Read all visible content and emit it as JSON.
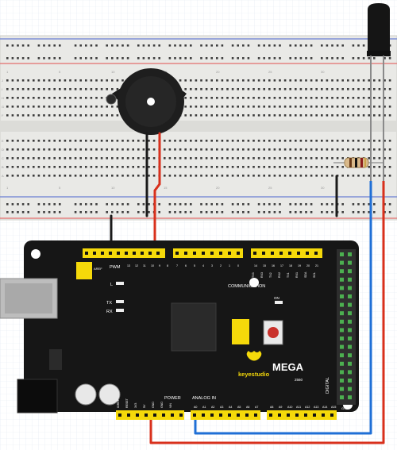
{
  "breadboard": {
    "row_letters": [
      "J",
      "I",
      "H",
      "G",
      "F",
      "E",
      "D",
      "C",
      "B",
      "A"
    ],
    "column_numbers": [
      "1",
      "5",
      "10",
      "15",
      "20",
      "25",
      "30"
    ]
  },
  "components": {
    "buzzer": {
      "name": "buzzer"
    },
    "sensor": {
      "name": "flame-sensor"
    },
    "resistor": {
      "name": "resistor"
    }
  },
  "board": {
    "brand": "keyestudio",
    "model": "MEGA",
    "model_sub": "2560",
    "pwm_label": "PWM",
    "aref_label": "AREF",
    "gnd_label": "GND",
    "tx_label": "TX",
    "rx_label": "RX",
    "l_label": "L",
    "on_label": "ON",
    "communication_label": "COMMUNICATION",
    "power_label": "POWER",
    "analog_label": "ANALOG IN",
    "digital_label": "DIGITAL",
    "power_pins": [
      "IOREF",
      "RESET",
      "3V3",
      "5V",
      "GND",
      "GND",
      "VIN"
    ],
    "analog_pins_a": [
      "A0",
      "A1",
      "A2",
      "A3",
      "A4",
      "A5",
      "A6",
      "A7"
    ],
    "analog_pins_b": [
      "A8",
      "A9",
      "A10",
      "A11",
      "A12",
      "A13",
      "A14",
      "A15"
    ],
    "pwm_pins": [
      "13",
      "12",
      "11",
      "10",
      "9",
      "8"
    ],
    "pwm_pins_b": [
      "7",
      "6",
      "5",
      "4",
      "3",
      "2",
      "1",
      "0"
    ],
    "comm_pins": [
      "14",
      "15",
      "16",
      "17",
      "18",
      "19",
      "20",
      "21"
    ],
    "comm_labels": [
      "TX3",
      "RX3",
      "TX2",
      "RX2",
      "TX1",
      "RX1",
      "SDA",
      "SCL"
    ]
  },
  "wire_colors": {
    "black": "#1a1a1a",
    "blue": "#1f6fd6",
    "red": "#d8301c",
    "grey": "#8a8a8a"
  }
}
